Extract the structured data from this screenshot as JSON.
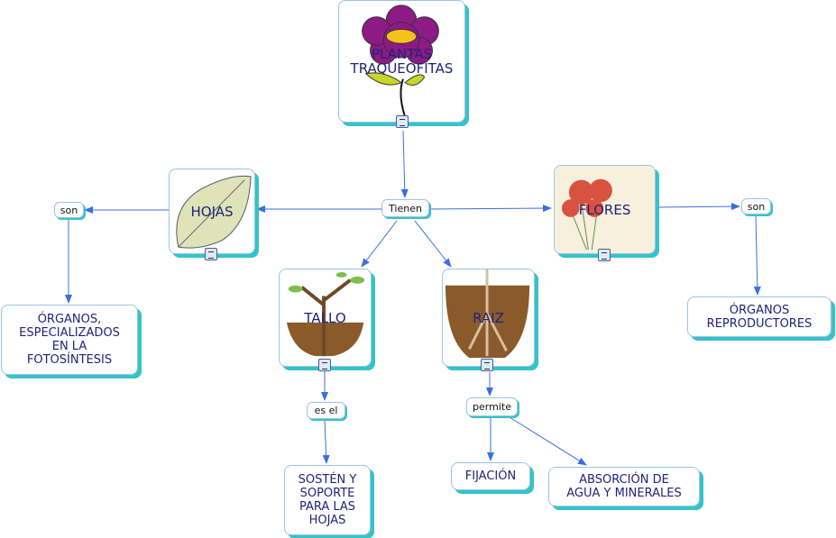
{
  "concepts": {
    "root": "PLANTAS TRAQUEOFITAS",
    "hojas": "HOJAS",
    "flores": "FLORES",
    "tallo": "TALLO",
    "raiz": "RAIZ",
    "organos_fotosintesis": "ÓRGANOS, ESPECIALIZADOS EN LA FOTOSÍNTESIS",
    "organos_reproductores": "ÓRGANOS REPRODUCTORES",
    "sosten": "SOSTÉN Y SOPORTE PARA LAS HOJAS",
    "fijacion": "FIJACIÓN",
    "absorcion": "ABSORCIÓN DE AGUA Y MINERALES"
  },
  "links": {
    "tienen": "Tienen",
    "son_left": "son",
    "son_right": "son",
    "es_el": "es el",
    "permite": "permite"
  },
  "colors": {
    "line": "#3a6fe0",
    "shadow": "#35c3c8",
    "text": "#1f237a"
  }
}
